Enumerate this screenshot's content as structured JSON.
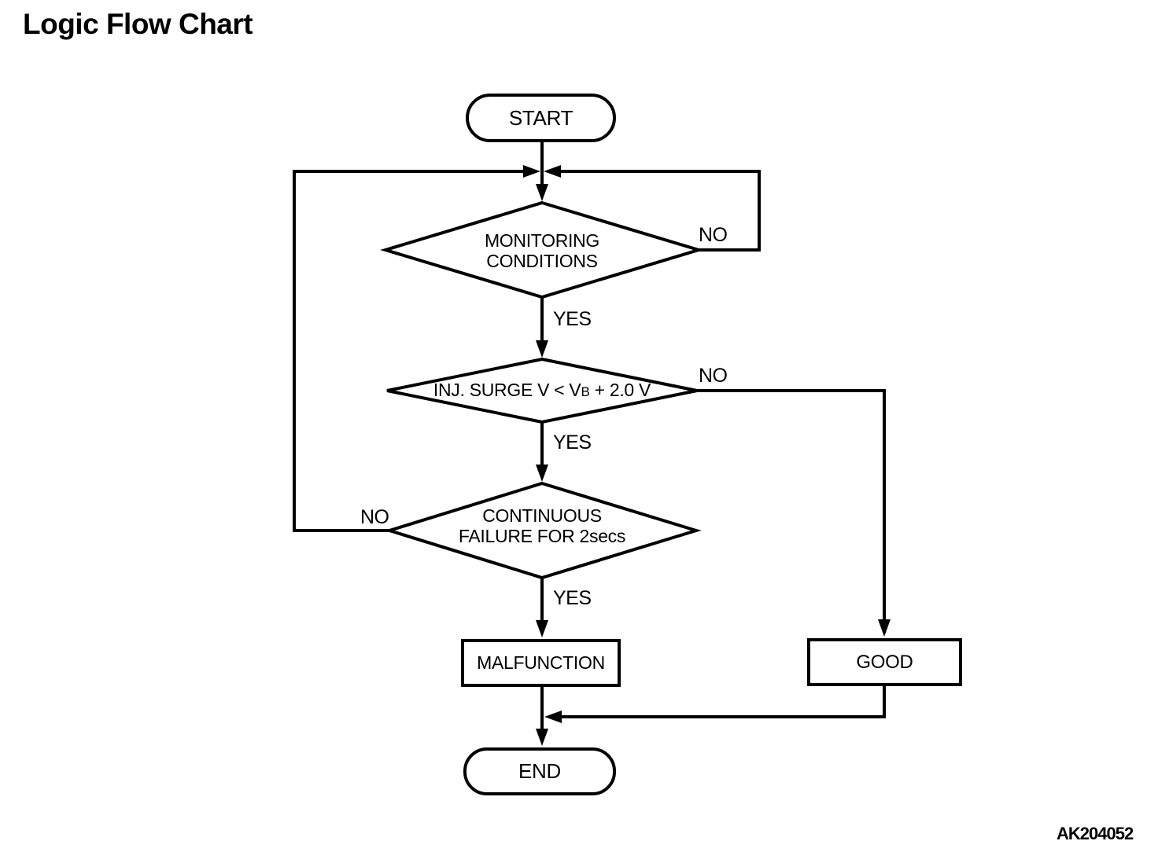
{
  "title": "Logic Flow Chart",
  "figure_code": "AK204052",
  "colors": {
    "background": "#ffffff",
    "line": "#000000",
    "text": "#000000"
  },
  "flowchart": {
    "nodes": {
      "start": {
        "type": "terminator",
        "label": "START"
      },
      "monitoring": {
        "type": "decision",
        "line1": "MONITORING",
        "line2": "CONDITIONS"
      },
      "inj_surge": {
        "type": "decision",
        "prefix": "INJ. SURGE V < V",
        "subscript": "B",
        "suffix": " + 2.0 V"
      },
      "continuous": {
        "type": "decision",
        "line1": "CONTINUOUS",
        "line2": "FAILURE FOR 2secs"
      },
      "malfunction": {
        "type": "process",
        "label": "MALFUNCTION"
      },
      "good": {
        "type": "process",
        "label": "GOOD"
      },
      "end": {
        "type": "terminator",
        "label": "END"
      }
    },
    "labels": {
      "monitoring_yes": "YES",
      "monitoring_no": "NO",
      "inj_surge_yes": "YES",
      "inj_surge_no": "NO",
      "continuous_yes": "YES",
      "continuous_no": "NO"
    },
    "edges": [
      {
        "from": "start",
        "to": "monitoring",
        "label": ""
      },
      {
        "from": "monitoring",
        "to": "inj_surge",
        "label": "YES"
      },
      {
        "from": "monitoring",
        "to": "monitoring",
        "label": "NO"
      },
      {
        "from": "inj_surge",
        "to": "continuous",
        "label": "YES"
      },
      {
        "from": "inj_surge",
        "to": "good",
        "label": "NO"
      },
      {
        "from": "continuous",
        "to": "malfunction",
        "label": "YES"
      },
      {
        "from": "continuous",
        "to": "monitoring",
        "label": "NO"
      },
      {
        "from": "malfunction",
        "to": "end",
        "label": ""
      },
      {
        "from": "good",
        "to": "end",
        "label": ""
      }
    ]
  }
}
